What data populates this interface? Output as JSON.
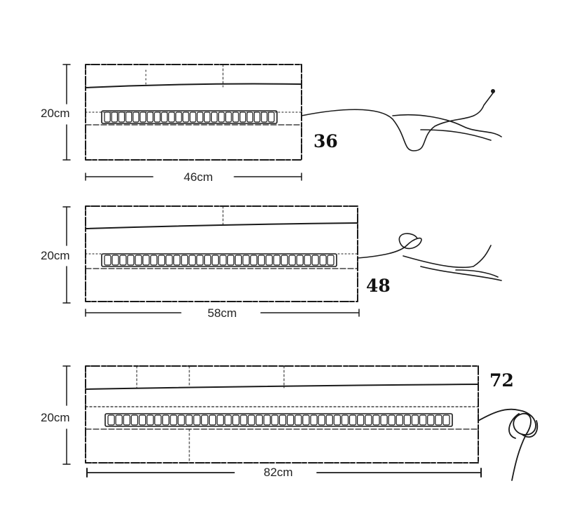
{
  "rolls": [
    {
      "count": "36",
      "height_label": "20cm",
      "width_label": "46cm",
      "slots": 24
    },
    {
      "count": "48",
      "height_label": "20cm",
      "width_label": "58cm",
      "slots": 30
    },
    {
      "count": "72",
      "height_label": "20cm",
      "width_label": "82cm",
      "slots": 44
    }
  ],
  "colors": {
    "ink": "#1a1a1a",
    "paper": "#ffffff"
  }
}
